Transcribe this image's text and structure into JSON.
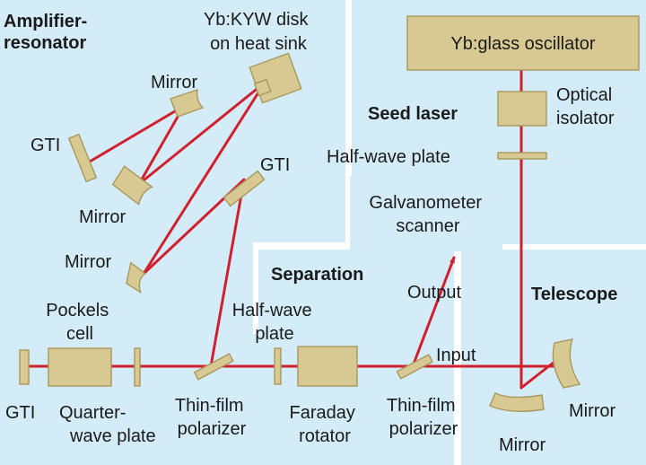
{
  "sections": {
    "amplifier_resonator": [
      "Amplifier-",
      "resonator"
    ],
    "seed_laser": "Seed laser",
    "separation": "Separation",
    "telescope": "Telescope"
  },
  "labels": {
    "disk": [
      "Yb:KYW disk",
      "on heat sink"
    ],
    "mirror_top": "Mirror",
    "gti_left": "GTI",
    "mirror_mid": "Mirror",
    "gti_right": "GTI",
    "mirror_low": "Mirror",
    "pockels": [
      "Pockels",
      "cell"
    ],
    "gti_bottom": "GTI",
    "quarter_wave": [
      "Quarter-",
      "wave plate"
    ],
    "thin_film_1": [
      "Thin-film",
      "polarizer"
    ],
    "half_wave_amp": [
      "Half-wave",
      "plate"
    ],
    "faraday": [
      "Faraday",
      "rotator"
    ],
    "thin_film_2": [
      "Thin-film",
      "polarizer"
    ],
    "output": "Output",
    "input": "Input",
    "oscillator": "Yb:glass oscillator",
    "isolator": [
      "Optical",
      "isolator"
    ],
    "half_wave_seed": "Half-wave plate",
    "galvo": [
      "Galvanometer",
      "scanner"
    ],
    "mirror_tele_right": "Mirror",
    "mirror_tele_bottom": "Mirror"
  },
  "colors": {
    "panel": "#d3ecf7",
    "beam": "#d0202e",
    "optic": "#d8c993"
  }
}
